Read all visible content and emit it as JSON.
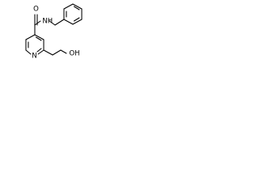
{
  "molecule": {
    "atoms": {
      "oxygen_carbonyl": "O",
      "amide_nitrogen": "N",
      "amide_hydrogen": "H",
      "ring_nitrogen": "N",
      "hydroxyl": "OH"
    },
    "colors": {
      "stroke": "#000000",
      "background": "#ffffff"
    }
  }
}
